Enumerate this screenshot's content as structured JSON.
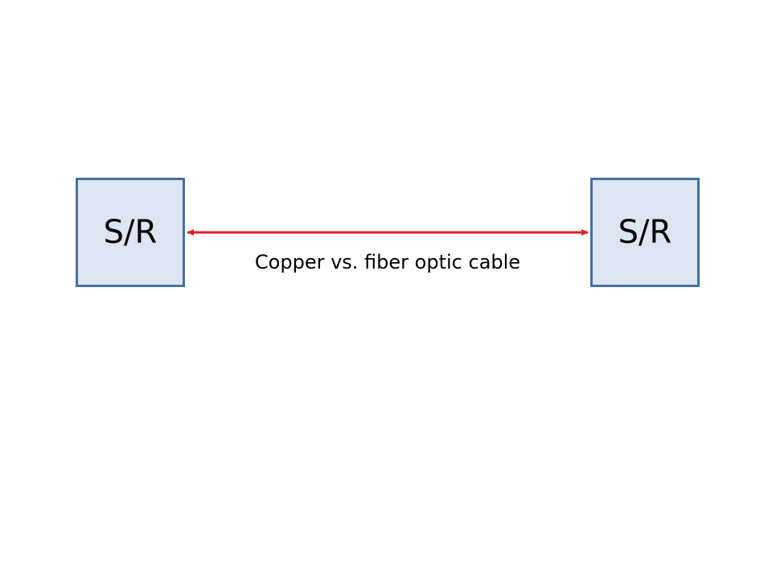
{
  "diagram": {
    "left_node": {
      "label": "S/R"
    },
    "right_node": {
      "label": "S/R"
    },
    "link": {
      "label": "Copper vs. fiber optic cable"
    }
  },
  "colors": {
    "node_fill": "#dce6f2",
    "node_border": "#4a6ea0",
    "link": "#e0201b"
  }
}
